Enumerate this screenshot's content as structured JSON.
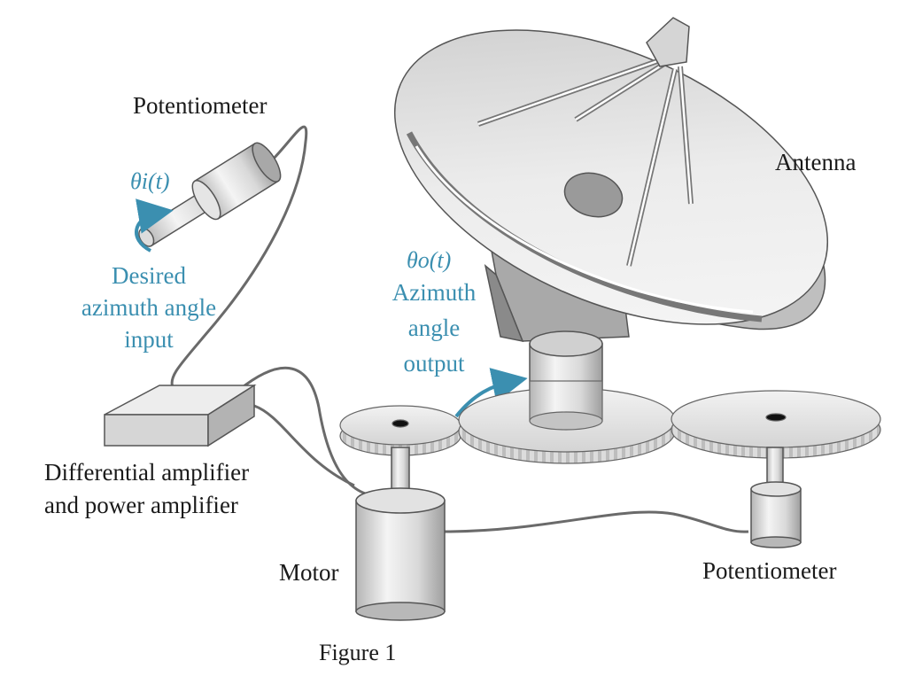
{
  "labels": {
    "potentiometer_input": "Potentiometer",
    "theta_i": "θi(t)",
    "desired_line1": "Desired",
    "desired_line2": "azimuth angle",
    "desired_line3": "input",
    "theta_o": "θo(t)",
    "azimuth_line1": "Azimuth",
    "azimuth_line2": "angle",
    "azimuth_line3": "output",
    "antenna": "Antenna",
    "diff_amp_line1": "Differential amplifier",
    "diff_amp_line2": "and power amplifier",
    "motor": "Motor",
    "potentiometer_output": "Potentiometer",
    "caption": "Figure 1"
  },
  "colors": {
    "annotation": "#3b8fb0",
    "text": "#1a1a1a",
    "outline": "#555555",
    "fill_light": "#e9e9e9",
    "fill_mid": "#cfcfcf",
    "fill_dark": "#9a9a9a"
  }
}
